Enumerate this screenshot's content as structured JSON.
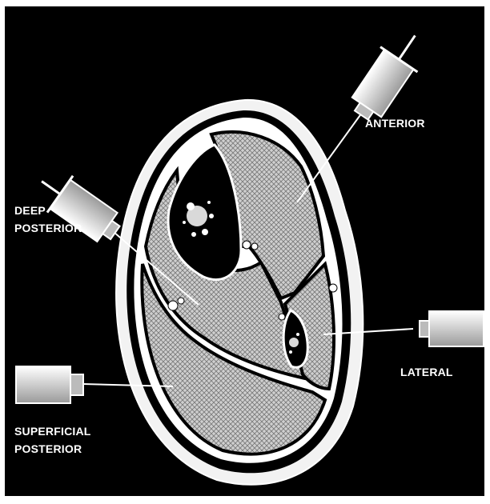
{
  "labels": {
    "anterior": "ANTERIOR",
    "deep_posterior_line1": "DEEP",
    "deep_posterior_line2": "POSTERIOR",
    "lateral": "LATERAL",
    "superficial_posterior_line1": "SUPERFICIAL",
    "superficial_posterior_line2": "POSTERIOR"
  },
  "colors": {
    "background": "#000000",
    "page": "#ffffff",
    "muscle": "#c9c9c9",
    "outline": "#ffffff"
  }
}
